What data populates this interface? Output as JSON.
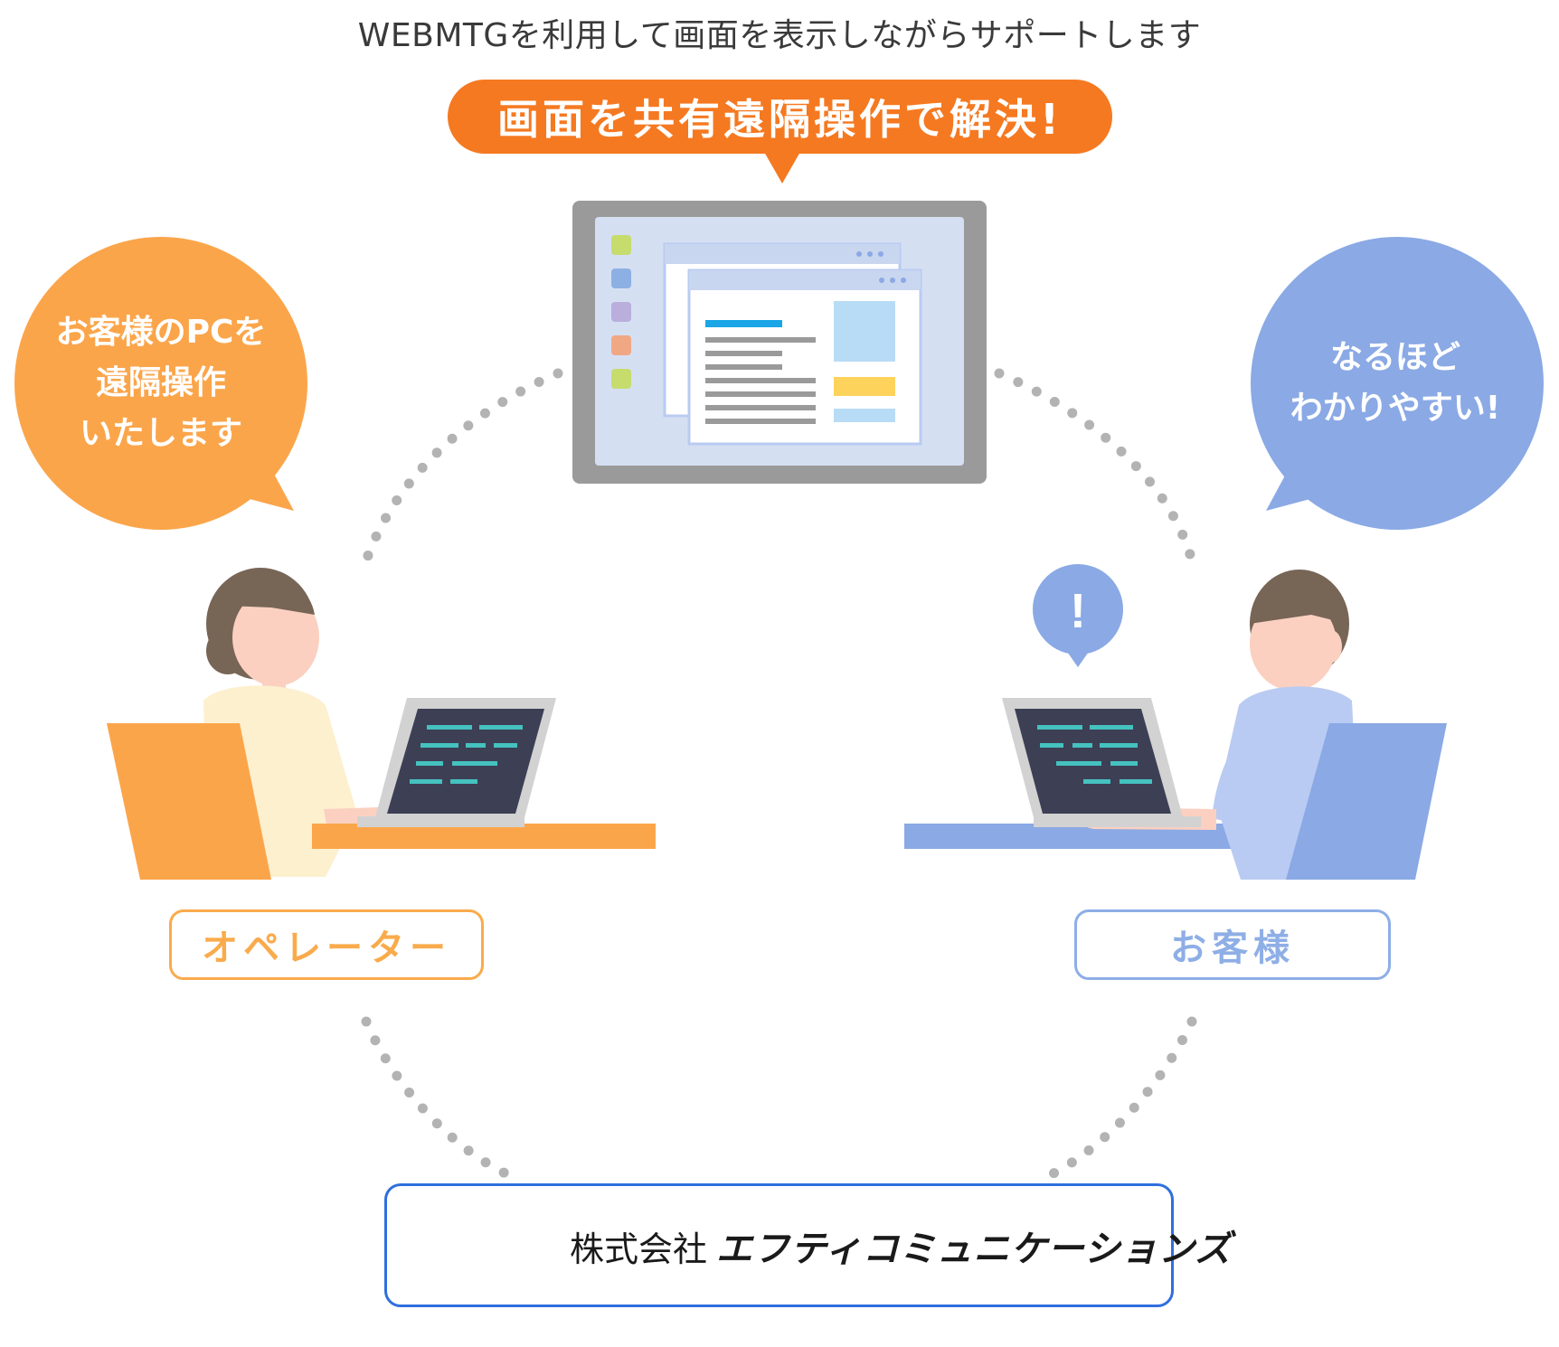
{
  "top_caption": "WEBMTGを利用して画面を表示しながらサポートします",
  "headline": "画面を共有遠隔操作で解決!",
  "operator": {
    "bubble_lines": [
      "お客様のPCを",
      "遠隔操作",
      "いたします"
    ],
    "label": "オペレーター"
  },
  "customer": {
    "bubble_lines": [
      "なるほど",
      "わかりやすい!"
    ],
    "label": "お客様",
    "alert_glyph": "!"
  },
  "company": {
    "type": "株式会社",
    "name": "エフティコミュニケーションズ"
  },
  "colors": {
    "orange_dark": "#f57921",
    "orange": "#fba54b",
    "blue": "#8aa9e5",
    "blue_light": "#b9cbf2",
    "brand_blue": "#0a7df0",
    "dots": "#b3b3b3"
  }
}
